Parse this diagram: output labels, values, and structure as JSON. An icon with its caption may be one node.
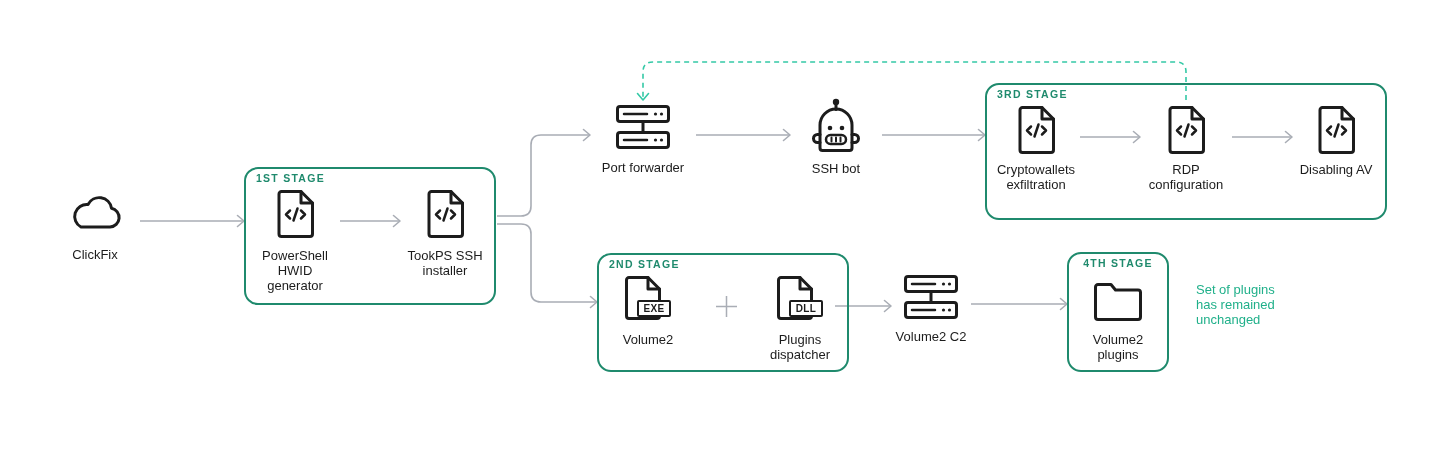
{
  "diagram": {
    "nodes": [
      {
        "text": [
          "ClickFix"
        ]
      },
      {
        "text": [
          "1ST STAGE"
        ]
      },
      {
        "text": [
          "PowerShell HWID generator"
        ],
        "in": 1
      },
      {
        "text": [
          "TookPS SSH installer"
        ],
        "in": 1
      },
      {
        "text": [
          "Port forwarder"
        ]
      },
      {
        "text": [
          "SSH bot"
        ]
      },
      {
        "text": [
          "3RD STAGE"
        ]
      },
      {
        "text": [
          "Cryptowallets exfiltration"
        ],
        "in": 6
      },
      {
        "text": [
          "RDP configuration"
        ],
        "in": 6
      },
      {
        "text": [
          "Disabling AV"
        ],
        "in": 6
      },
      {
        "text": [
          "2ND STAGE"
        ]
      },
      {
        "text": [
          "Volume2"
        ],
        "in": 10
      },
      {
        "text": [
          "Plugins dispatcher"
        ],
        "in": 10
      },
      {
        "text": [
          "Volume2 C2"
        ]
      },
      {
        "text": [
          "4TH STAGE"
        ],
        "beside": [
          "Set of plugins has remained unchanged"
        ]
      },
      {
        "text": [
          "Volume2 plugins"
        ],
        "in": 14
      }
    ],
    "edges": [
      {
        "from": 0,
        "to": 1,
        "arrow": "to"
      },
      {
        "from": 2,
        "to": 3,
        "arrow": "to"
      },
      {
        "from": 1,
        "to": 4,
        "arrow": "to"
      },
      {
        "from": 1,
        "to": 10,
        "arrow": "to"
      },
      {
        "from": 4,
        "to": 5,
        "arrow": "to"
      },
      {
        "from": 5,
        "to": 6,
        "arrow": "to"
      },
      {
        "from": 7,
        "to": 8,
        "arrow": "to"
      },
      {
        "from": 8,
        "to": 9,
        "arrow": "to"
      },
      {
        "from": 8,
        "to": 4,
        "arrow": "to",
        "style": "dashed",
        "color": "#34c9a6"
      },
      {
        "from": 12,
        "to": 13,
        "arrow": "to"
      },
      {
        "from": 13,
        "to": 14,
        "arrow": "to"
      }
    ],
    "labels": [
      "EXE",
      "DLL"
    ]
  }
}
